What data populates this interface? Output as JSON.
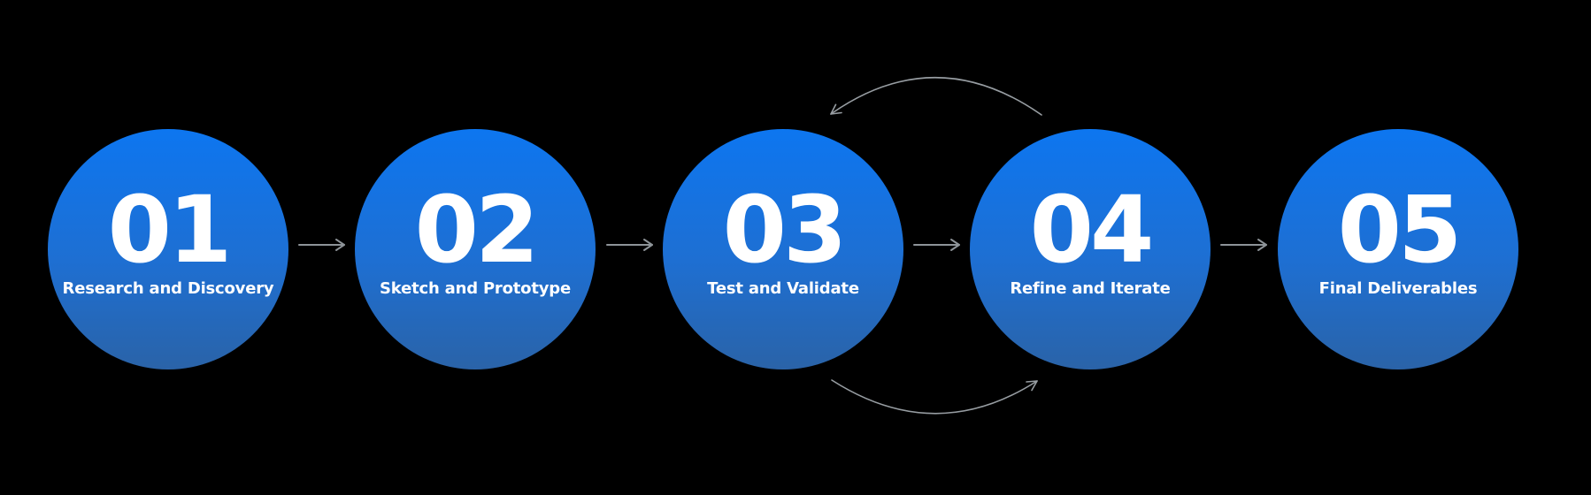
{
  "diagram": {
    "type": "process-flow",
    "background_color": "#000000",
    "circle_gradient_top": "#0d76f0",
    "circle_gradient_bottom": "#2a63a8",
    "text_color": "#ffffff",
    "arrow_color": "#8e9499",
    "steps": [
      {
        "number": "01",
        "label": "Research and Discovery"
      },
      {
        "number": "02",
        "label": "Sketch and Prototype"
      },
      {
        "number": "03",
        "label": "Test and Validate"
      },
      {
        "number": "04",
        "label": "Refine and Iterate"
      },
      {
        "number": "05",
        "label": "Final Deliverables"
      }
    ],
    "connectors": [
      {
        "from": "01",
        "to": "02",
        "style": "straight-arrow"
      },
      {
        "from": "02",
        "to": "03",
        "style": "straight-arrow"
      },
      {
        "from": "03",
        "to": "04",
        "style": "straight-arrow"
      },
      {
        "from": "04",
        "to": "05",
        "style": "straight-arrow"
      },
      {
        "from": "04",
        "to": "03",
        "style": "curved-arrow-top"
      },
      {
        "from": "03",
        "to": "04",
        "style": "curved-arrow-bottom"
      }
    ]
  }
}
